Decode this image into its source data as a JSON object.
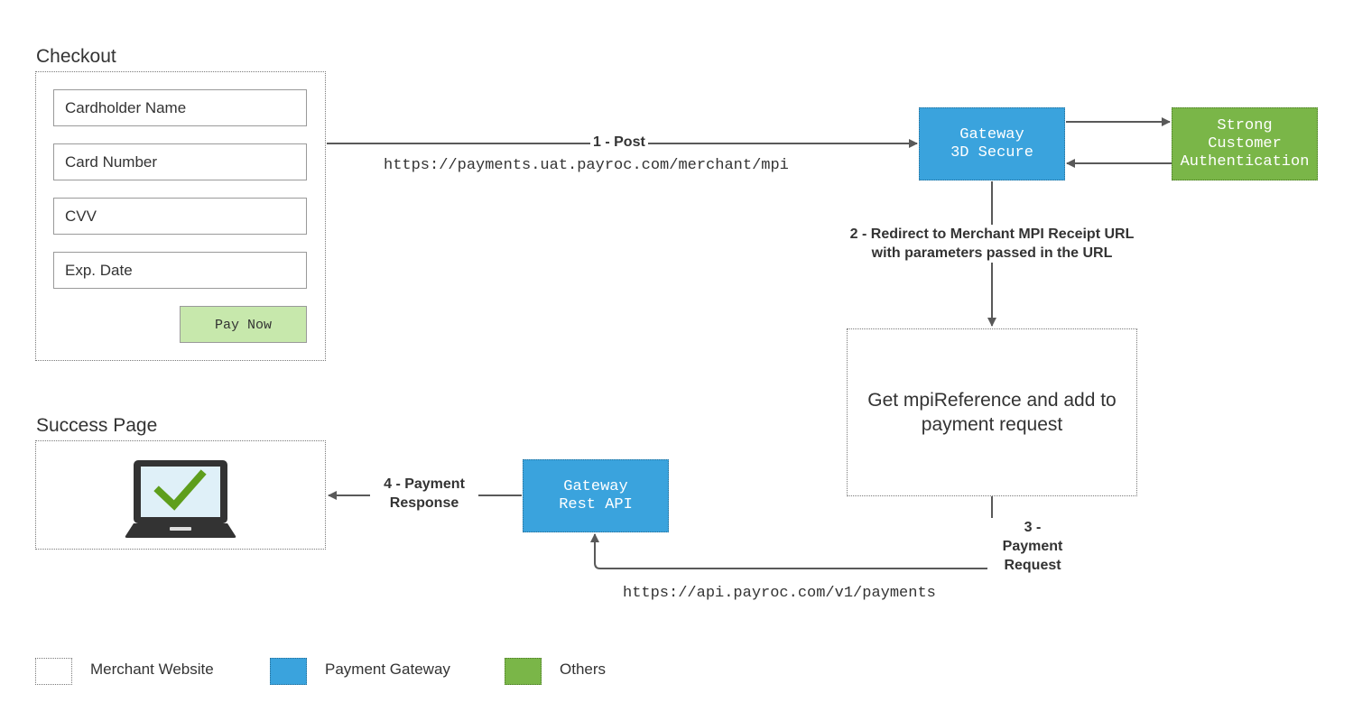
{
  "checkout": {
    "title": "Checkout",
    "fields": [
      "Cardholder Name",
      "Card Number",
      "CVV",
      "Exp. Date"
    ],
    "pay_button": "Pay Now"
  },
  "success": {
    "title": "Success Page"
  },
  "gateway_3ds": {
    "line1": "Gateway",
    "line2": "3D Secure"
  },
  "sca": {
    "line1": "Strong",
    "line2": "Customer",
    "line3": "Authentication"
  },
  "mpi_step": {
    "text": "Get mpiReference and add to payment request"
  },
  "gateway_rest": {
    "line1": "Gateway",
    "line2": "Rest API"
  },
  "arrows": {
    "step1": {
      "label": "1 - Post",
      "url": "https://payments.uat.payroc.com/merchant/mpi"
    },
    "step2": {
      "line1": "2 - Redirect to Merchant MPI Receipt URL",
      "line2": "with parameters passed in the URL"
    },
    "step3": {
      "line1": "3 -",
      "line2": "Payment",
      "line3": "Request",
      "url": "https://api.payroc.com/v1/payments"
    },
    "step4": {
      "line1": "4 - Payment",
      "line2": "Response"
    }
  },
  "legend": [
    {
      "label": "Merchant Website",
      "color": "#ffffff"
    },
    {
      "label": "Payment Gateway",
      "color": "#3aa3dd"
    },
    {
      "label": "Others",
      "color": "#7ab648"
    }
  ],
  "colors": {
    "gateway": "#3aa3dd",
    "others": "#7ab648",
    "pay_button": "#c7e8ac",
    "arrow": "#595959"
  }
}
